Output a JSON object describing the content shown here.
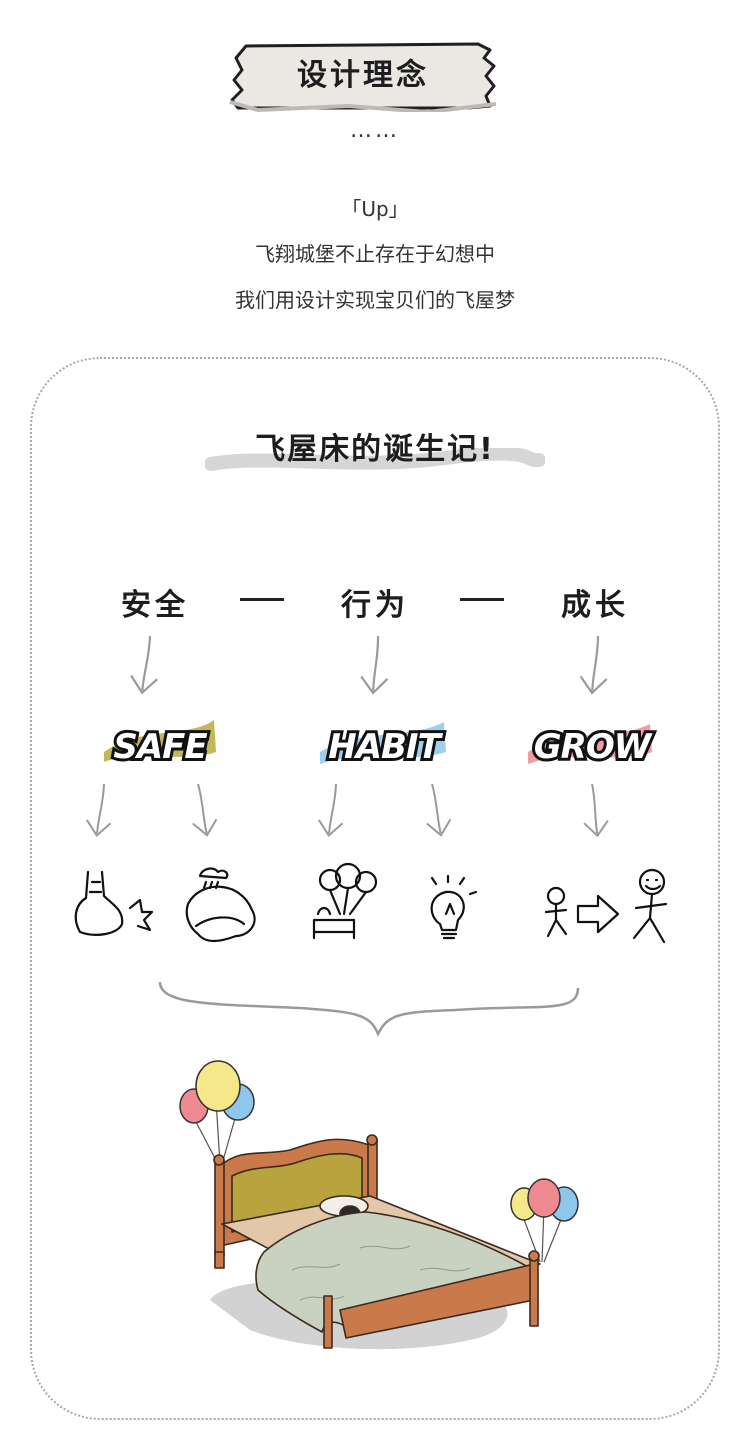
{
  "title": "设计理念",
  "dots": "……",
  "intro": {
    "line1": "「Up」",
    "line2": "飞翔城堡不止存在于幻想中",
    "line3": "我们用设计实现宝贝们的飞屋梦"
  },
  "section_title": "飞屋床的诞生记!",
  "concepts": [
    {
      "label": "安全",
      "word": "SAFE",
      "color": "#b9aa3c"
    },
    {
      "label": "行为",
      "word": "HABIT",
      "color": "#8ec7ec"
    },
    {
      "label": "成长",
      "word": "GROW",
      "color": "#f08a92"
    }
  ],
  "colors": {
    "bed_frame": "#c9794a",
    "headboard": "#b8a33e",
    "blanket": "#c9d2c0",
    "balloon_yellow": "#f5e88a",
    "balloon_pink": "#f08a92",
    "balloon_blue": "#8ec7ec"
  },
  "icons": [
    "foot-bump-icon",
    "pillow-icon",
    "balloon-bed-icon",
    "lightbulb-icon",
    "grow-person-icon"
  ]
}
